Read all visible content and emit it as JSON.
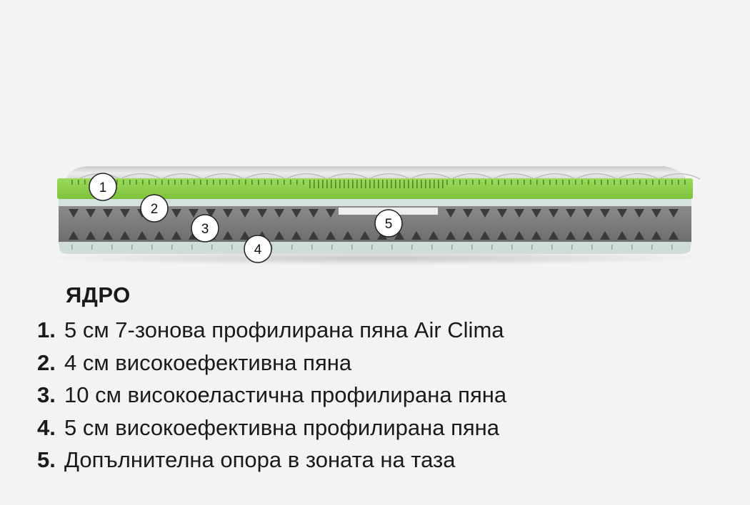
{
  "title": "ЯДРО",
  "layers": [
    {
      "num": "1.",
      "text": "5 см 7-зонова профилирана пяна Air Clima"
    },
    {
      "num": "2.",
      "text": "4 см високоефективна пяна"
    },
    {
      "num": "3.",
      "text": "10 см високоеластична профилирана пяна"
    },
    {
      "num": "4.",
      "text": "5 см високоефективна профилирана пяна"
    },
    {
      "num": "5.",
      "text": "Допълнителна опора в зоната на таза"
    }
  ],
  "markers": [
    "1",
    "2",
    "3",
    "4",
    "5"
  ],
  "colors": {
    "background": "#f3f3f4",
    "green_foam": "#8ccf4a",
    "white_foam": "#d4e2e0",
    "grey_core": "#7e7e7e",
    "hole": "#3a3a3a",
    "pelvic_insert": "#eeeeee",
    "base_foam": "#cfdcda",
    "cover": "#dedede"
  }
}
